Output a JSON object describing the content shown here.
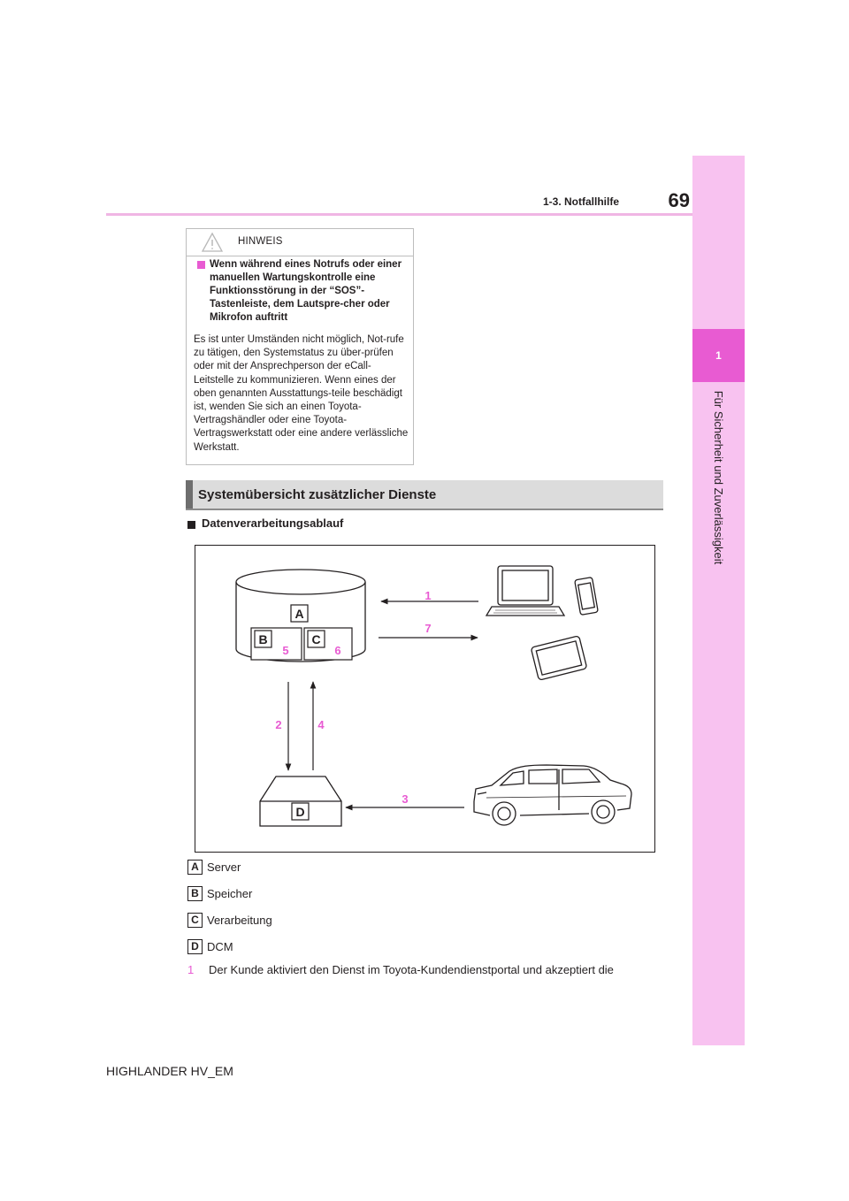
{
  "header": {
    "page_number": "69",
    "section": "1-3. Notfallhilfe"
  },
  "side_tab": {
    "number": "1",
    "label": "Für Sicherheit und Zuverlässigkeit"
  },
  "note": {
    "title": "HINWEIS",
    "subheading": "Wenn während eines Notrufs oder einer manuellen Wartungskontrolle eine Funktionsstörung in der “SOS”-Tastenleiste, dem Lautspre-cher oder Mikrofon auftritt",
    "body": "Es ist unter Umständen nicht möglich, Not-rufe zu tätigen, den Systemstatus zu über-prüfen oder mit der Ansprechperson der eCall-Leitstelle zu kommunizieren. Wenn eines der oben genannten Ausstattungs-teile beschädigt ist, wenden Sie sich an einen Toyota-Vertragshändler oder eine Toyota-Vertragswerkstatt oder eine andere verlässliche Werkstatt."
  },
  "section_title": "Systemübersicht zusätzlicher Dienste",
  "subheading": "Datenverarbeitungsablauf",
  "diagram": {
    "letters": {
      "A": "A",
      "B": "B",
      "C": "C",
      "D": "D"
    },
    "numbers": {
      "n1": "1",
      "n2": "2",
      "n3": "3",
      "n4": "4",
      "n5": "5",
      "n6": "6",
      "n7": "7"
    },
    "accent_color": "#e85bd2"
  },
  "legend": [
    {
      "key": "A",
      "text": "Server"
    },
    {
      "key": "B",
      "text": "Speicher"
    },
    {
      "key": "C",
      "text": "Verarbeitung"
    },
    {
      "key": "D",
      "text": "DCM"
    }
  ],
  "step1": {
    "number": "1",
    "text": "Der Kunde aktiviert den Dienst im Toyota-Kundendienstportal und akzeptiert die"
  },
  "footer": "HIGHLANDER HV_EM",
  "colors": {
    "accent": "#e85bd2",
    "side_band": "#f8c2f0",
    "rule": "#f0b6e4"
  }
}
